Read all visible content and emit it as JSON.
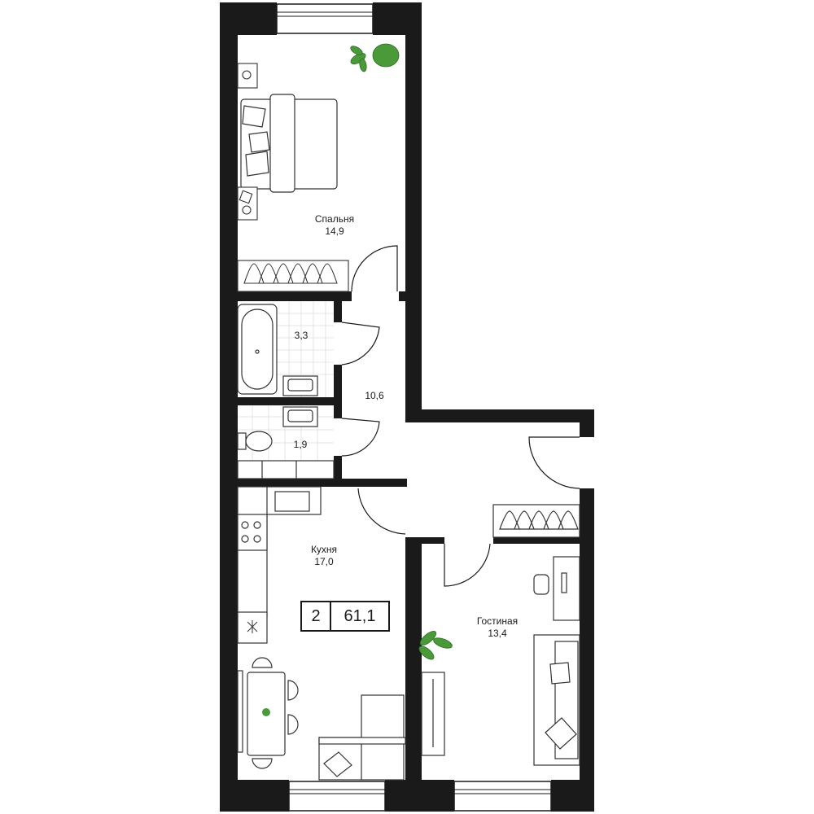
{
  "apartment": {
    "rooms": "2",
    "total_area": "61,1"
  },
  "rooms": {
    "bedroom": {
      "name": "Спальня",
      "area": "14,9"
    },
    "bathroom": {
      "area": "3,3"
    },
    "hall": {
      "area": "10,6"
    },
    "wc": {
      "area": "1,9"
    },
    "kitchen": {
      "name": "Кухня",
      "area": "17,0"
    },
    "living": {
      "name": "Гостиная",
      "area": "13,4"
    }
  },
  "colors": {
    "wall": "#1a1a1a",
    "plant": "#4a9a3a",
    "line": "#333333"
  }
}
